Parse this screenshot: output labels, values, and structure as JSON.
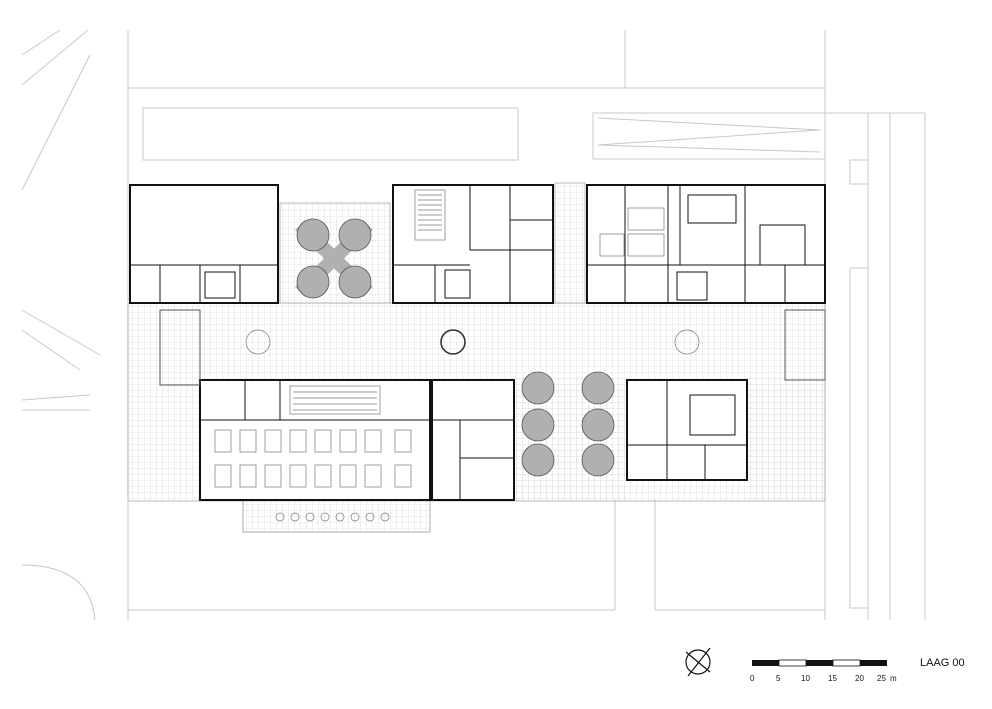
{
  "drawing": {
    "sheet_title": "LAAG 00",
    "scale_bar": {
      "labels": [
        "0",
        "5",
        "10",
        "15",
        "20"
      ],
      "last_label": "25",
      "unit": "m"
    },
    "north_icon": "north-arrow-icon",
    "tree_color": "#b0b0b0",
    "paving_color": "#cfcfcf",
    "line_color": "#111111",
    "context_color": "#c8c8c8"
  }
}
